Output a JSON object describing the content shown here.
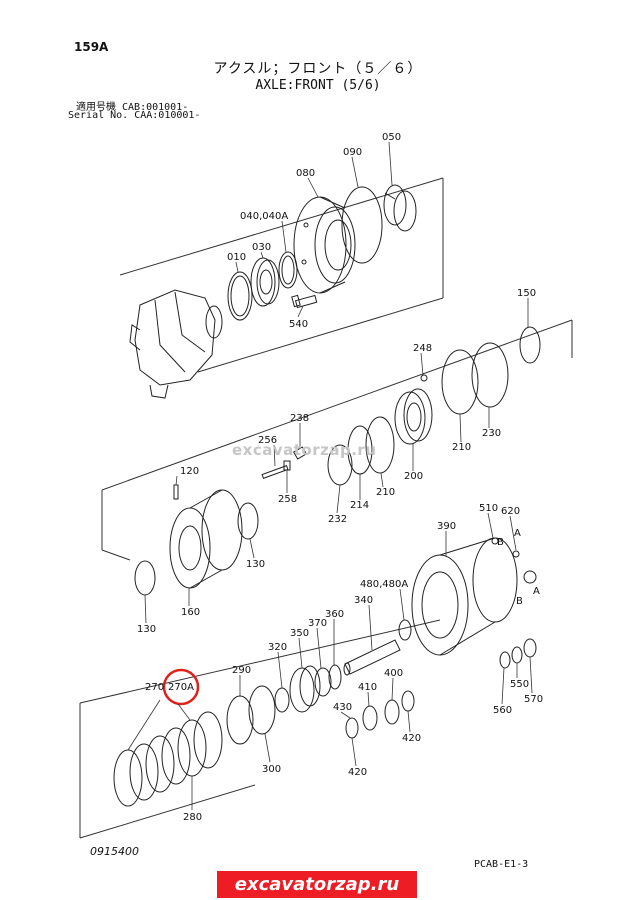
{
  "header": {
    "page_number": "159A",
    "title_jp": "アクスル；フロント（５／６）",
    "title_en": "AXLE:FRONT (5/6)",
    "serial_line_1": "適用号機  CAB:001001-",
    "serial_line_2": "Serial No. CAA:010001-"
  },
  "watermark": "excavatorzap.ru",
  "footer": {
    "drawing_no": "0915400",
    "page_code": "PCAB-E1-3",
    "banner": "excavatorzap.ru"
  },
  "highlight_color": "#e0201b",
  "labels": {
    "p010": "010",
    "p030": "030",
    "p040": "040,040A",
    "p050": "050",
    "p080": "080",
    "p090": "090",
    "p540": "540",
    "p150": "150",
    "p248": "248",
    "p238": "238",
    "p256": "256",
    "p258": "258",
    "p232": "232",
    "p214": "214",
    "p210a": "210",
    "p200": "200",
    "p210b": "210",
    "p230": "230",
    "p120": "120",
    "p160": "160",
    "p130a": "130",
    "p130b": "130",
    "p390": "390",
    "p510": "510",
    "p620": "620",
    "pB1": "B",
    "pA1": "A",
    "pB2": "B",
    "pA2": "A",
    "p480": "480,480A",
    "p340": "340",
    "p360": "360",
    "p370": "370",
    "p350": "350",
    "p320": "320",
    "p290": "290",
    "p270": "270",
    "p270a": "270A",
    "p300": "300",
    "p280": "280",
    "p410": "410",
    "p400": "400",
    "p430": "430",
    "p420a": "420",
    "p420b": "420",
    "p550": "550",
    "p560": "560",
    "p570": "570"
  }
}
